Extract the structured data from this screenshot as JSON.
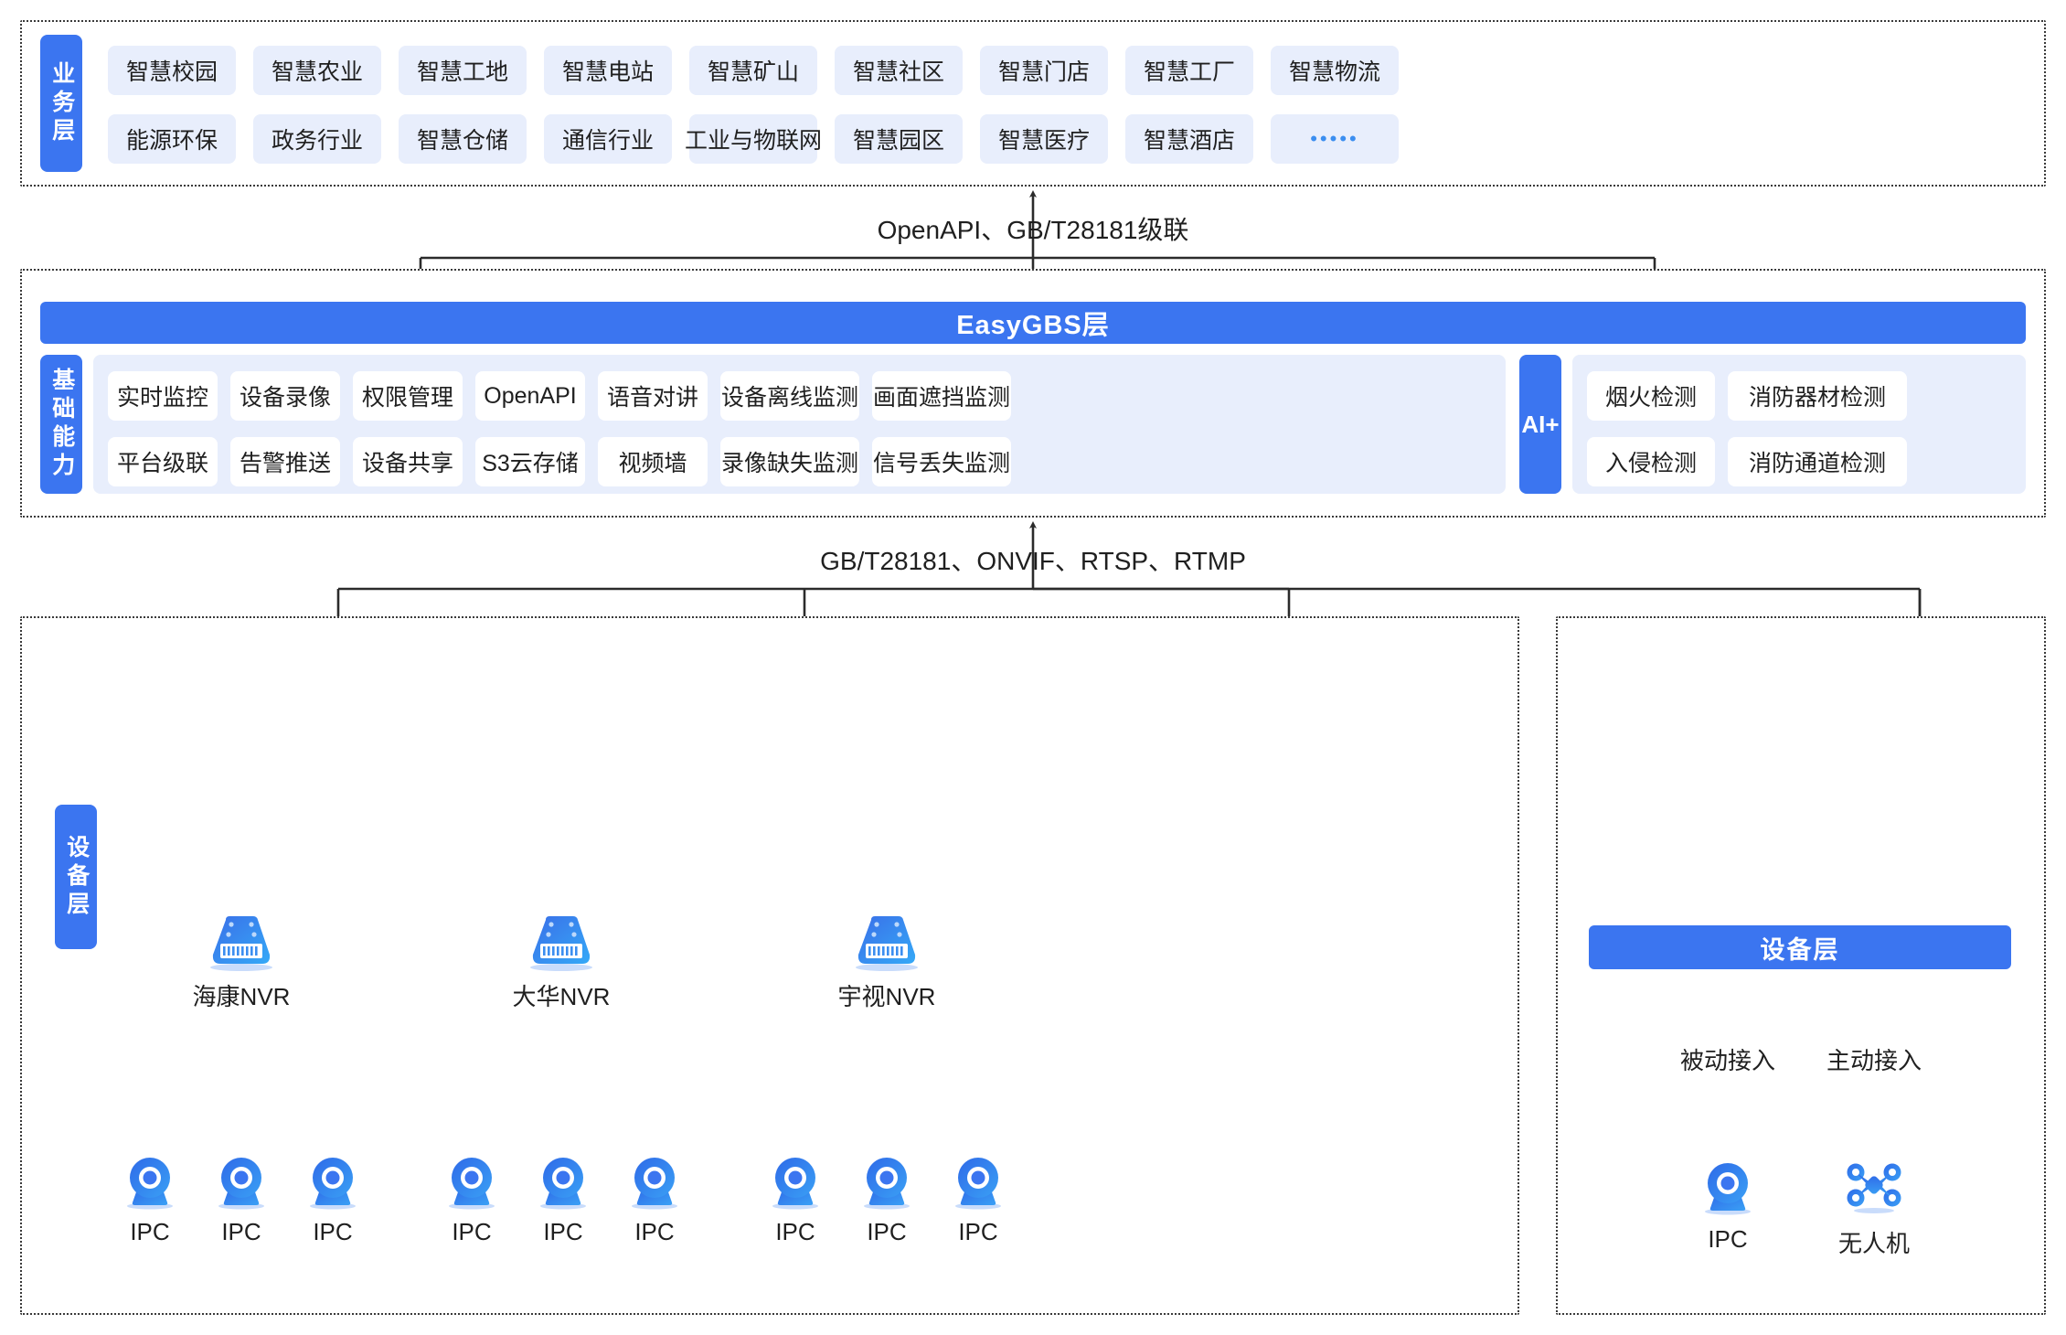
{
  "business": {
    "vertical_label": "业务层",
    "row1": [
      "智慧校园",
      "智慧农业",
      "智慧工地",
      "智慧电站",
      "智慧矿山",
      "智慧社区",
      "智慧门店",
      "智慧工厂",
      "智慧物流"
    ],
    "row2": [
      "能源环保",
      "政务行业",
      "智慧仓储",
      "通信行业",
      "工业与物联网",
      "智慧园区",
      "智慧医疗",
      "智慧酒店",
      "•••••"
    ]
  },
  "connectors": {
    "business_to_platform": "OpenAPI、GB/T28181级联",
    "platform_to_device": "GB/T28181、ONVIF、RTSP、RTMP"
  },
  "platform": {
    "title": "EasyGBS层",
    "capability_label": "基础能力",
    "capability_row1": [
      "实时监控",
      "设备录像",
      "权限管理",
      "OpenAPI",
      "语音对讲",
      "设备离线监测",
      "画面遮挡监测"
    ],
    "capability_row2": [
      "平台级联",
      "告警推送",
      "设备共享",
      "S3云存储",
      "视频墙",
      "录像缺失监测",
      "信号丢失监测"
    ],
    "ai_label": "AI+",
    "ai_row1": [
      "烟火检测",
      "消防器材检测"
    ],
    "ai_row2": [
      "入侵检测",
      "消防通道检测"
    ]
  },
  "device": {
    "vertical_label": "设备层",
    "nvr_groups": [
      {
        "name": "海康NVR",
        "children": [
          "IPC",
          "IPC",
          "IPC"
        ]
      },
      {
        "name": "大华NVR",
        "children": [
          "IPC",
          "IPC",
          "IPC"
        ]
      },
      {
        "name": "宇视NVR",
        "children": [
          "IPC",
          "IPC",
          "IPC"
        ]
      }
    ],
    "right_title": "设备层",
    "right_branches": [
      {
        "access": "被动接入",
        "label": "IPC",
        "icon": "ipc-camera-icon"
      },
      {
        "access": "主动接入",
        "label": "无人机",
        "icon": "drone-icon"
      }
    ]
  },
  "colors": {
    "accent": "#3b75f0",
    "chip_bg": "#e8eefc",
    "panel_bg": "#e8eefc",
    "line": "#2b2b2b"
  }
}
